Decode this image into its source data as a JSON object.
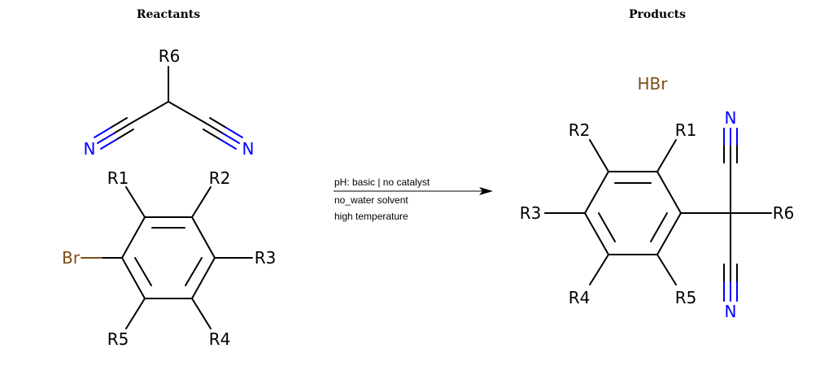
{
  "headers": {
    "reactants": "Reactants",
    "products": "Products"
  },
  "conditions": {
    "line1": "pH: basic | no catalyst",
    "line2": "no_water solvent",
    "line3": "high temperature"
  },
  "atoms": {
    "r1": "R1",
    "r2": "R2",
    "r3": "R3",
    "r4": "R4",
    "r5": "R5",
    "r6": "R6",
    "nitrogen": "N",
    "bromine": "Br",
    "hbr": "HBr"
  },
  "colors": {
    "carbon": "#000000",
    "nitrogen": "#0000ff",
    "bromine": "#7f4c19"
  }
}
